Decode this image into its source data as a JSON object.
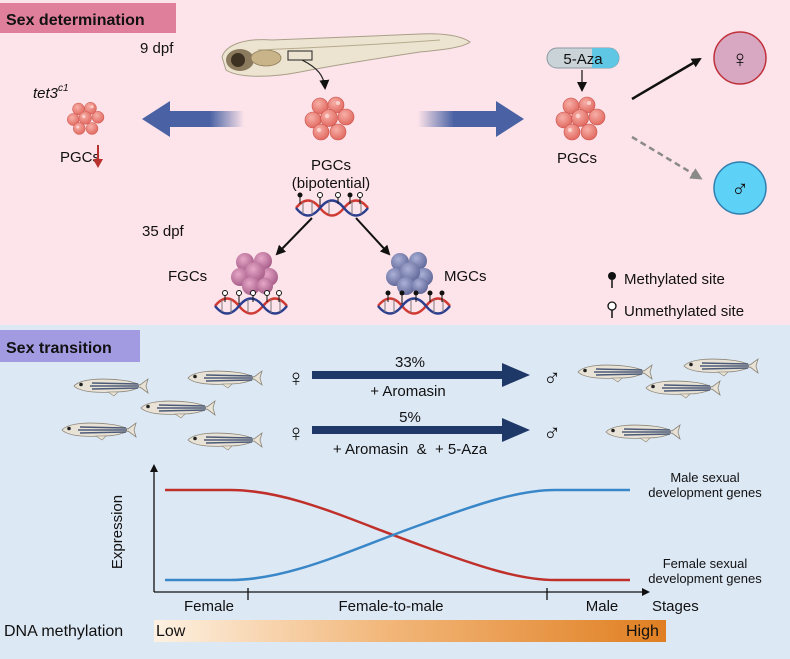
{
  "panels": {
    "sex_determination": {
      "header": "Sex determination",
      "stage_early": "9 dpf",
      "stage_late": "35 dpf",
      "mutant_base": "tet3",
      "mutant_sup": "c1",
      "pgcs_mutant": "PGCs",
      "pgcs_center_line1": "PGCs",
      "pgcs_center_line2": "(bipotential)",
      "pgcs_right": "PGCs",
      "drug_aza": "5-Aza",
      "fgcs": "FGCs",
      "mgcs": "MGCs",
      "female_symbol": "♀",
      "male_symbol": "♂",
      "legend_methylated": "Methylated site",
      "legend_unmethylated": "Unmethylated site"
    },
    "sex_transition": {
      "header": "Sex transition",
      "row1_percent": "33%",
      "row1_treatment": "+ Aromasin",
      "row2_percent": "5%",
      "row2_treatment": "+ Aromasin  &  + 5-Aza",
      "female_symbol": "♀",
      "male_symbol": "♂"
    }
  },
  "graph": {
    "ylabel": "Expression",
    "xlabel": "Stages",
    "male_label_line1": "Male sexual",
    "male_label_line2": "development genes",
    "female_label_line1": "Female sexual",
    "female_label_line2": "development genes",
    "stage_labels": [
      "Female",
      "Female-to-male",
      "Male"
    ],
    "male_curve_color": "#3a87c8",
    "female_curve_color": "#c0302a"
  },
  "methylation_bar": {
    "label": "DNA methylation",
    "low": "Low",
    "high": "High",
    "color_low": "#fdf1e2",
    "color_high": "#e07f22"
  },
  "colors": {
    "top_panel_bg": "#fde3ea",
    "bottom_panel_bg": "#dde8f5",
    "header1_bg": "#df7f9b",
    "header2_bg": "#a39be2",
    "arrow_blue": "#4a62a4",
    "arrow_navy": "#1e3867",
    "female_circle": "#d8a8c2",
    "male_circle": "#5dd1f6"
  }
}
